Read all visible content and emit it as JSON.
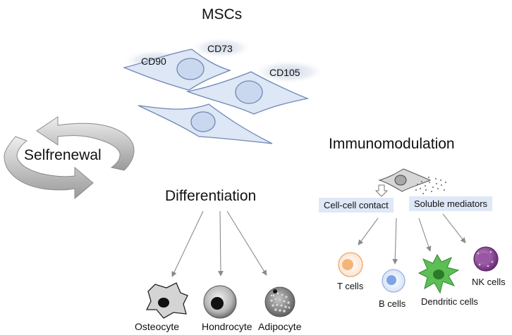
{
  "title": "MSCs",
  "markers": {
    "cd90": "CD90",
    "cd73": "CD73",
    "cd105": "CD105"
  },
  "self_renewal": "Selfrenewal",
  "differentiation": {
    "label": "Differentiation",
    "cells": [
      "Osteocyte",
      "Hondrocyte",
      "Adipocyte"
    ]
  },
  "immunomodulation": {
    "label": "Immunomodulation",
    "mechanisms": [
      "Cell-cell contact",
      "Soluble mediators"
    ],
    "targets": [
      "T cells",
      "B cells",
      "Dendritic cells",
      "NK cells"
    ]
  },
  "colors": {
    "msc_fill": "#dde7f5",
    "msc_stroke": "#6f87b5",
    "arrow_gray": "#8a8a8a",
    "pill_fill": "#dfe8f7",
    "t_cell": "#f6b478",
    "b_cell": "#7ea3e6",
    "dendritic": "#4fb34a",
    "nk_cell": "#7a3a86"
  }
}
